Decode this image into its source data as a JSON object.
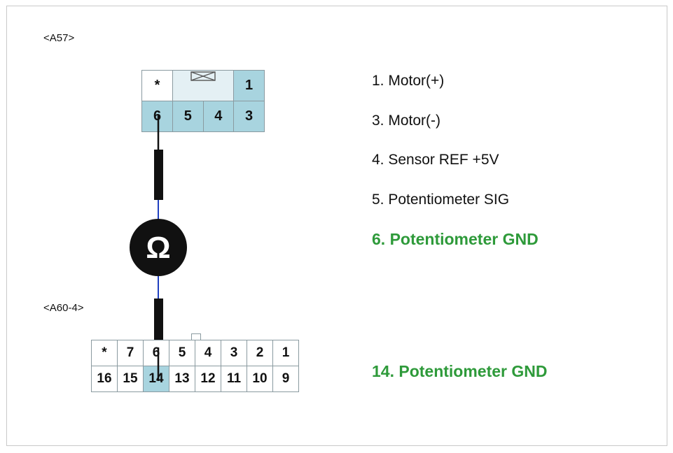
{
  "connector_top": {
    "label": "<A57>",
    "row1": {
      "star": "*",
      "pin": "1"
    },
    "row2": [
      "6",
      "5",
      "4",
      "3"
    ]
  },
  "connector_bottom": {
    "label": "<A60-4>",
    "row1": [
      "*",
      "7",
      "6",
      "5",
      "4",
      "3",
      "2",
      "1"
    ],
    "row2": [
      "16",
      "15",
      "14",
      "13",
      "12",
      "11",
      "10",
      "9"
    ]
  },
  "meter": {
    "symbol": "Ω",
    "icon": "ohmmeter-icon"
  },
  "pins_top": [
    {
      "text": "1. Motor(+)",
      "highlight": false
    },
    {
      "text": "3. Motor(-)",
      "highlight": false
    },
    {
      "text": "4. Sensor REF +5V",
      "highlight": false
    },
    {
      "text": "5. Potentiometer SIG",
      "highlight": false
    },
    {
      "text": "6. Potentiometer GND",
      "highlight": true
    }
  ],
  "pin_bottom": {
    "text": "14. Potentiometer GND",
    "highlight": true
  },
  "colors": {
    "highlight_cell": "#a8d4df",
    "highlight_text": "#2e9a3a",
    "wire": "#1f3fbf"
  }
}
